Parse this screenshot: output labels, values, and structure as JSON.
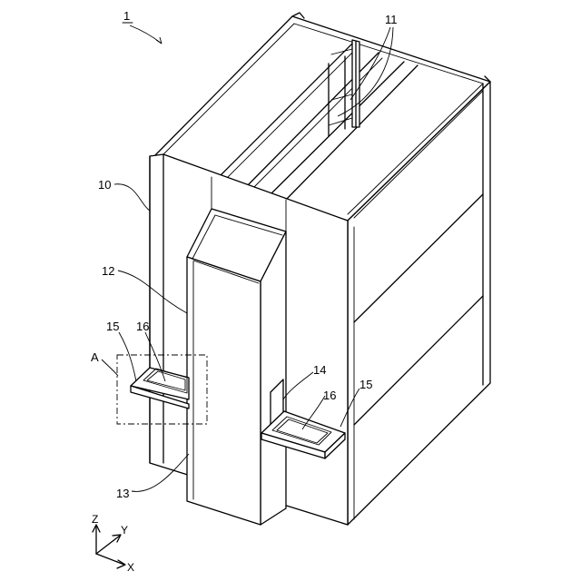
{
  "labels": {
    "device": "1",
    "housing": "10",
    "partition": "11",
    "duct_upper": "12",
    "duct_lower": "13",
    "window": "14",
    "shelf": "15",
    "recess": "16",
    "detail": "A"
  },
  "axes": {
    "z": "Z",
    "y": "Y",
    "x": "X"
  }
}
